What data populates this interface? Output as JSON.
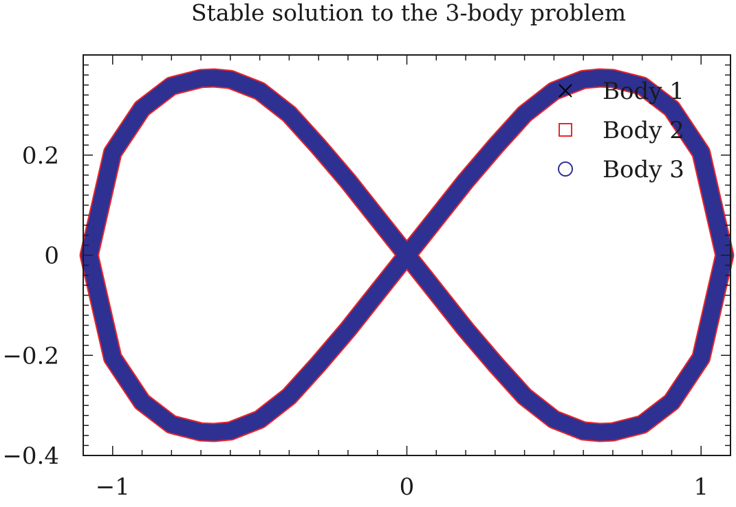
{
  "chart_data": {
    "type": "line",
    "title": "Stable solution to the 3-body problem",
    "xlabel": "",
    "ylabel": "",
    "xlim": [
      -1.1,
      1.1
    ],
    "ylim": [
      -0.4,
      0.4
    ],
    "x_ticks": [
      {
        "value": -1,
        "label": "−1"
      },
      {
        "value": 0,
        "label": "0"
      },
      {
        "value": 1,
        "label": "1"
      }
    ],
    "y_ticks": [
      {
        "value": 0.2,
        "label": "0.2"
      },
      {
        "value": 0,
        "label": "0"
      },
      {
        "value": -0.2,
        "label": "−0.2"
      },
      {
        "value": -0.4,
        "label": "−0.4"
      }
    ],
    "grid": false,
    "legend_position": "top-right",
    "series": [
      {
        "name": "Body 1",
        "marker": "x",
        "color": "#000000"
      },
      {
        "name": "Body 2",
        "marker": "square",
        "color": "#e8262c"
      },
      {
        "name": "Body 3",
        "marker": "circle",
        "color": "#2e3192"
      }
    ],
    "x": [
      -1.08,
      -1.0,
      -0.9,
      -0.8,
      -0.7,
      -0.656,
      -0.6,
      -0.5,
      -0.4,
      -0.3,
      -0.2,
      -0.1,
      0.0,
      0.1,
      0.2,
      0.3,
      0.4,
      0.5,
      0.6,
      0.656,
      0.7,
      0.8,
      0.9,
      1.0,
      1.08,
      1.0,
      0.9,
      0.8,
      0.7,
      0.656,
      0.6,
      0.5,
      0.4,
      0.3,
      0.2,
      0.1,
      0.0,
      -0.1,
      -0.2,
      -0.3,
      -0.4,
      -0.5,
      -0.6,
      -0.656,
      -0.7,
      -0.8,
      -0.9,
      -1.0
    ],
    "y": [
      0.0,
      0.205,
      0.293,
      0.338,
      0.353,
      0.354,
      0.351,
      0.328,
      0.282,
      0.217,
      0.148,
      0.074,
      0.0,
      -0.074,
      -0.148,
      -0.217,
      -0.282,
      -0.328,
      -0.351,
      -0.354,
      -0.353,
      -0.338,
      -0.293,
      -0.205,
      0.0,
      0.205,
      0.293,
      0.338,
      0.353,
      0.354,
      0.351,
      0.328,
      0.282,
      0.217,
      0.148,
      0.074,
      0.0,
      -0.074,
      -0.148,
      -0.217,
      -0.282,
      -0.328,
      -0.351,
      -0.354,
      -0.353,
      -0.338,
      -0.293,
      -0.205
    ],
    "colors": {
      "orbit_fill": "#2e3192",
      "orbit_outline": "#e8262c",
      "axis": "#1a1a1a"
    }
  }
}
